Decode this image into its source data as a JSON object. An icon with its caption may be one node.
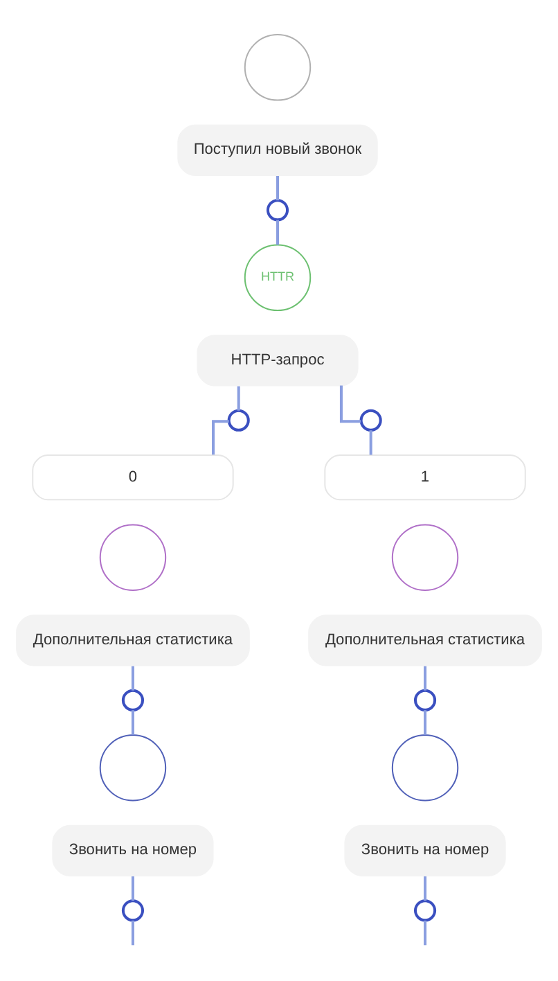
{
  "diagram": {
    "nodes": [
      {
        "text": [],
        "shape": "circle"
      },
      {
        "text": [
          "Поступил новый звонок"
        ]
      },
      {
        "text": [],
        "shape": "circle"
      },
      {
        "text": [
          "HTTR"
        ]
      },
      {
        "text": [
          "HTTP-запрос"
        ]
      },
      {
        "text": [],
        "shape": "circle"
      },
      {
        "text": [],
        "shape": "circle"
      },
      {
        "text": [
          "0"
        ]
      },
      {
        "text": [
          "1"
        ]
      },
      {
        "text": [],
        "shape": "circle"
      },
      {
        "text": [
          "Дополнительная статистика"
        ]
      },
      {
        "text": [],
        "shape": "circle"
      },
      {
        "text": [
          "Дополнительная статистика"
        ]
      },
      {
        "text": [],
        "shape": "circle"
      },
      {
        "text": [],
        "shape": "circle"
      },
      {
        "text": [],
        "shape": "circle"
      },
      {
        "text": [
          "Звонить на номер"
        ]
      },
      {
        "text": [],
        "shape": "circle"
      },
      {
        "text": [
          "Звонить на номер"
        ]
      },
      {
        "text": [],
        "shape": "circle"
      },
      {
        "text": [],
        "shape": "circle"
      }
    ],
    "edges": [
      {
        "from": 1,
        "to": 2,
        "arrow": "none"
      },
      {
        "from": 2,
        "to": 3,
        "arrow": "none"
      },
      {
        "from": 4,
        "to": 5,
        "arrow": "none"
      },
      {
        "from": 4,
        "to": 6,
        "arrow": "none"
      },
      {
        "from": 5,
        "to": 7,
        "arrow": "none"
      },
      {
        "from": 6,
        "to": 8,
        "arrow": "none"
      },
      {
        "from": 10,
        "to": 13,
        "arrow": "none"
      },
      {
        "from": 13,
        "to": 15,
        "arrow": "none"
      },
      {
        "from": 12,
        "to": 14,
        "arrow": "none"
      },
      {
        "from": 14,
        "to": 17,
        "arrow": "none"
      },
      {
        "from": 16,
        "to": 19,
        "arrow": "none"
      },
      {
        "from": 18,
        "to": 20,
        "arrow": "none"
      },
      {
        "from": 19,
        "to": null,
        "arrow": "none"
      },
      {
        "from": 20,
        "to": null,
        "arrow": "none"
      }
    ]
  }
}
